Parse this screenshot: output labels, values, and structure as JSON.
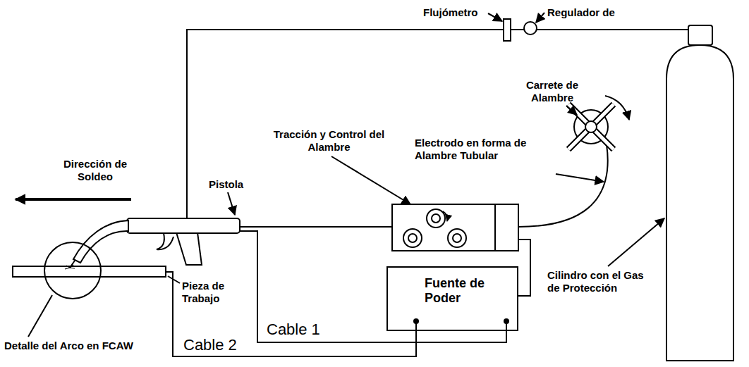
{
  "diagram": {
    "nodes": [
      {
        "text": [
          "Fuente de Poder"
        ]
      }
    ],
    "labels": [
      "Flujómetro",
      "Regulador de",
      "Carrete de Alambre",
      "Tracción y Control del Alambre",
      "Electrodo en forma de Alambre Tubular",
      "Dirección de Soldeo",
      "Pistola",
      "Cilindro con el Gas de Protección",
      "Pieza de Trabajo",
      "Detalle del Arco en FCAW",
      "Cable 1",
      "Cable 2"
    ]
  }
}
